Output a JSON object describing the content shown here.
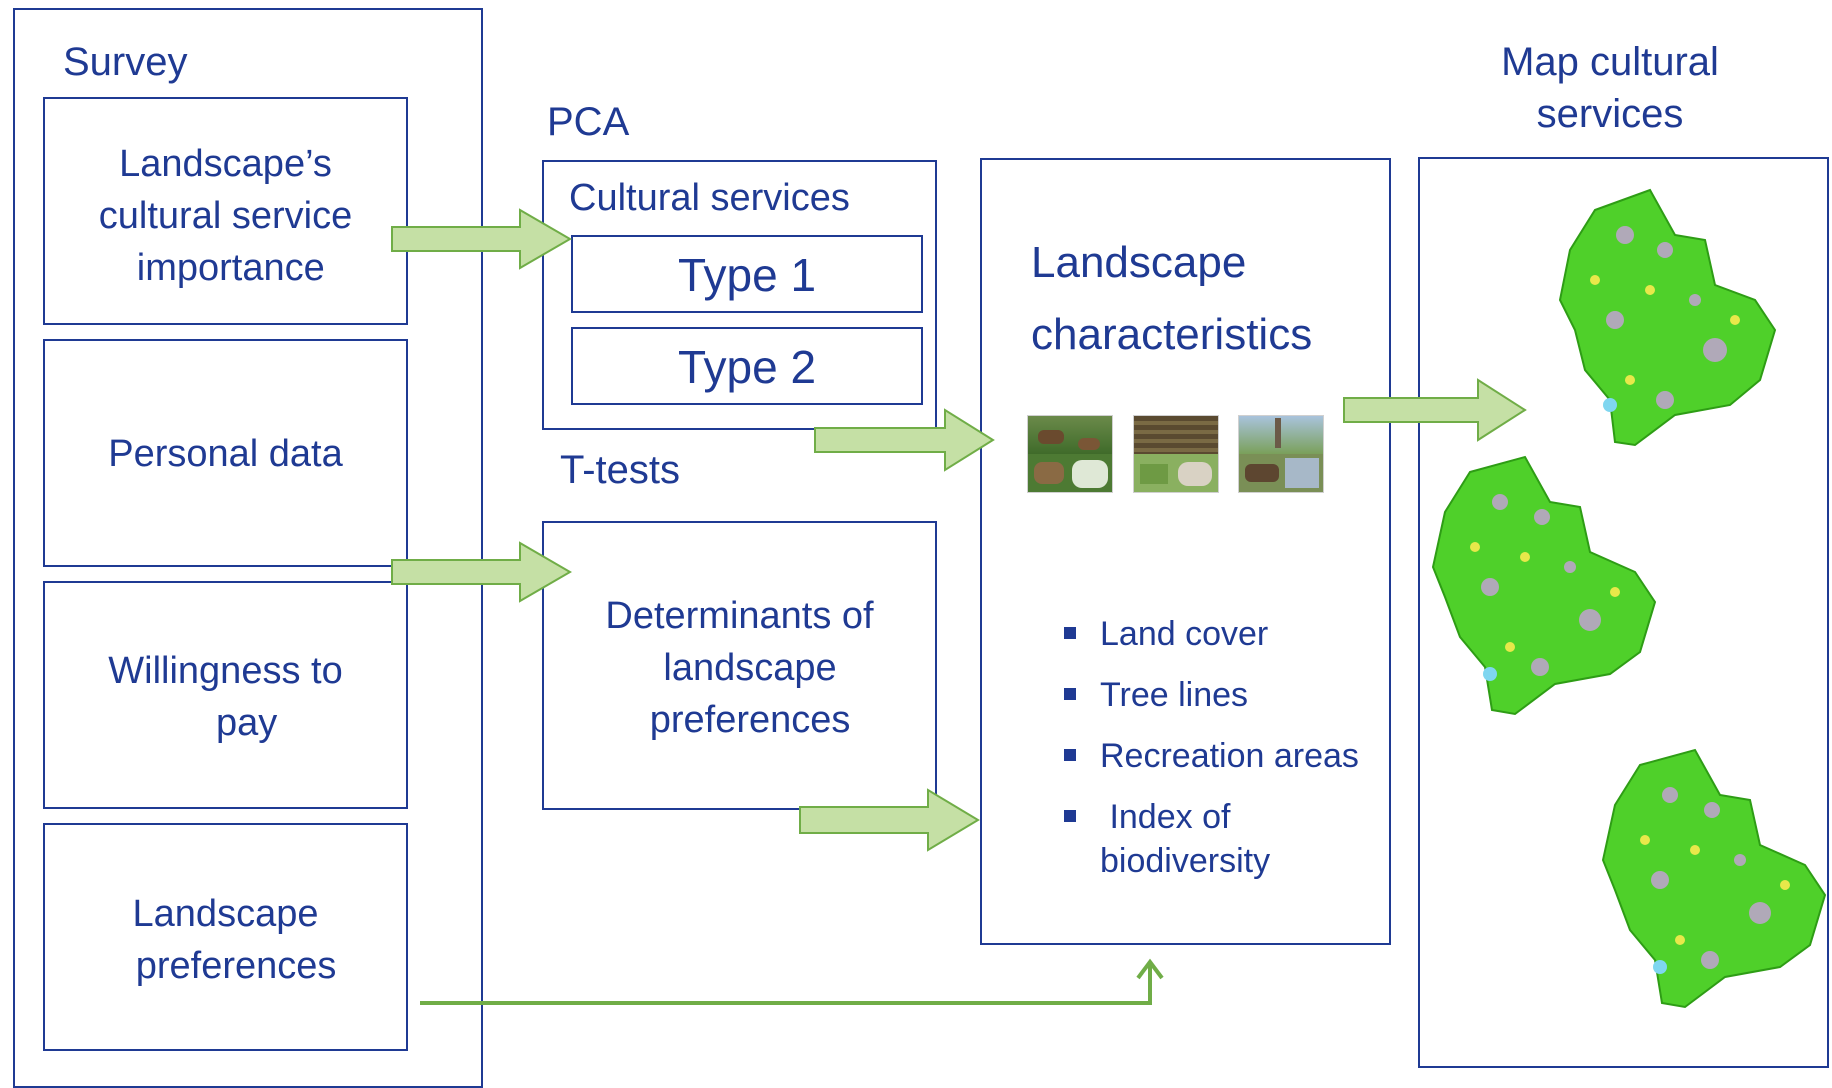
{
  "survey": {
    "title": "Survey",
    "items": [
      "Landscape’s\ncultural service\n importance",
      "Personal data",
      "Willingness to\n    pay",
      "Landscape\n  preferences"
    ]
  },
  "pca": {
    "title": "PCA",
    "subtitle": "Cultural services",
    "types": [
      "Type 1",
      "Type 2"
    ]
  },
  "ttests": {
    "title": "T-tests",
    "body": "Determinants of\n  landscape\n  preferences"
  },
  "landscape": {
    "title_line1": "Landscape",
    "title_line2": "characteristics",
    "bullets": [
      "Land cover",
      "Tree lines",
      "Recreation areas",
      " Index of\nbiodiversity"
    ]
  },
  "map": {
    "title": "Map cultural\nservices"
  },
  "colors": {
    "border": "#1f3a93",
    "text": "#1f3a93",
    "arrow_fill": "#c5e0a5",
    "arrow_stroke": "#70ad47",
    "map_green": "#4fd02a"
  }
}
